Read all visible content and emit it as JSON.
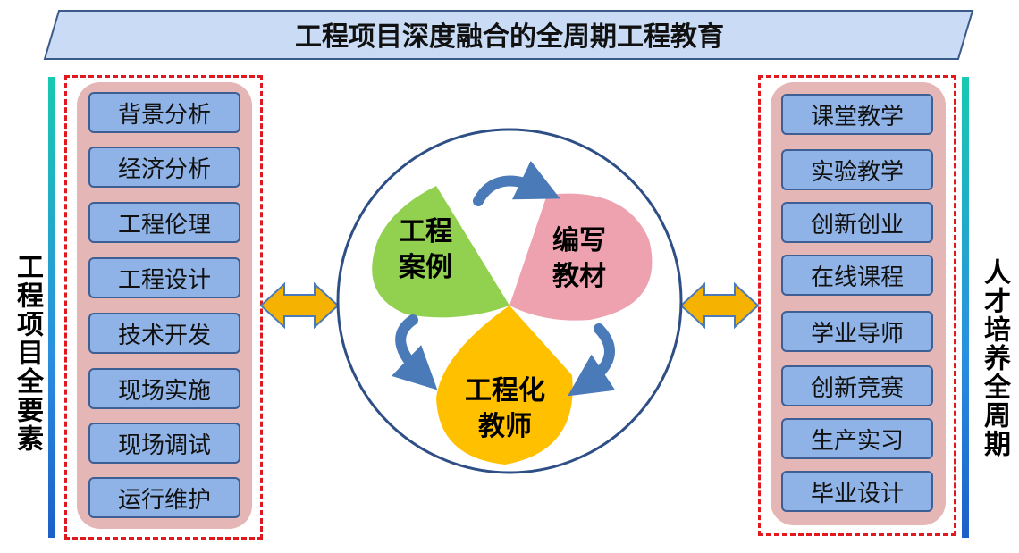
{
  "banner": {
    "title": "工程项目深度融合的全周期工程教育"
  },
  "left": {
    "side_label": "工程项目全要素",
    "items": [
      "背景分析",
      "经济分析",
      "工程伦理",
      "工程设计",
      "技术开发",
      "现场实施",
      "现场调试",
      "运行维护"
    ]
  },
  "right": {
    "side_label": "人才培养全周期",
    "items": [
      "课堂教学",
      "实验教学",
      "创新创业",
      "在线课程",
      "学业导师",
      "创新竞赛",
      "生产实习",
      "毕业设计"
    ]
  },
  "center": {
    "petals": [
      {
        "label": "工程\n案例",
        "color": "#92d050"
      },
      {
        "label": "编写\n教材",
        "color": "#eea2b0"
      },
      {
        "label": "工程化\n教师",
        "color": "#ffc000"
      }
    ]
  },
  "colors": {
    "item_fill": "#8fb3e6",
    "panel_fill": "#e4b6b6",
    "dashed_border": "#e0181f",
    "banner_fill": "#c9dbf5",
    "arrow_fill": "#f5b200",
    "cycle_arrow": "#4a7ab8"
  }
}
